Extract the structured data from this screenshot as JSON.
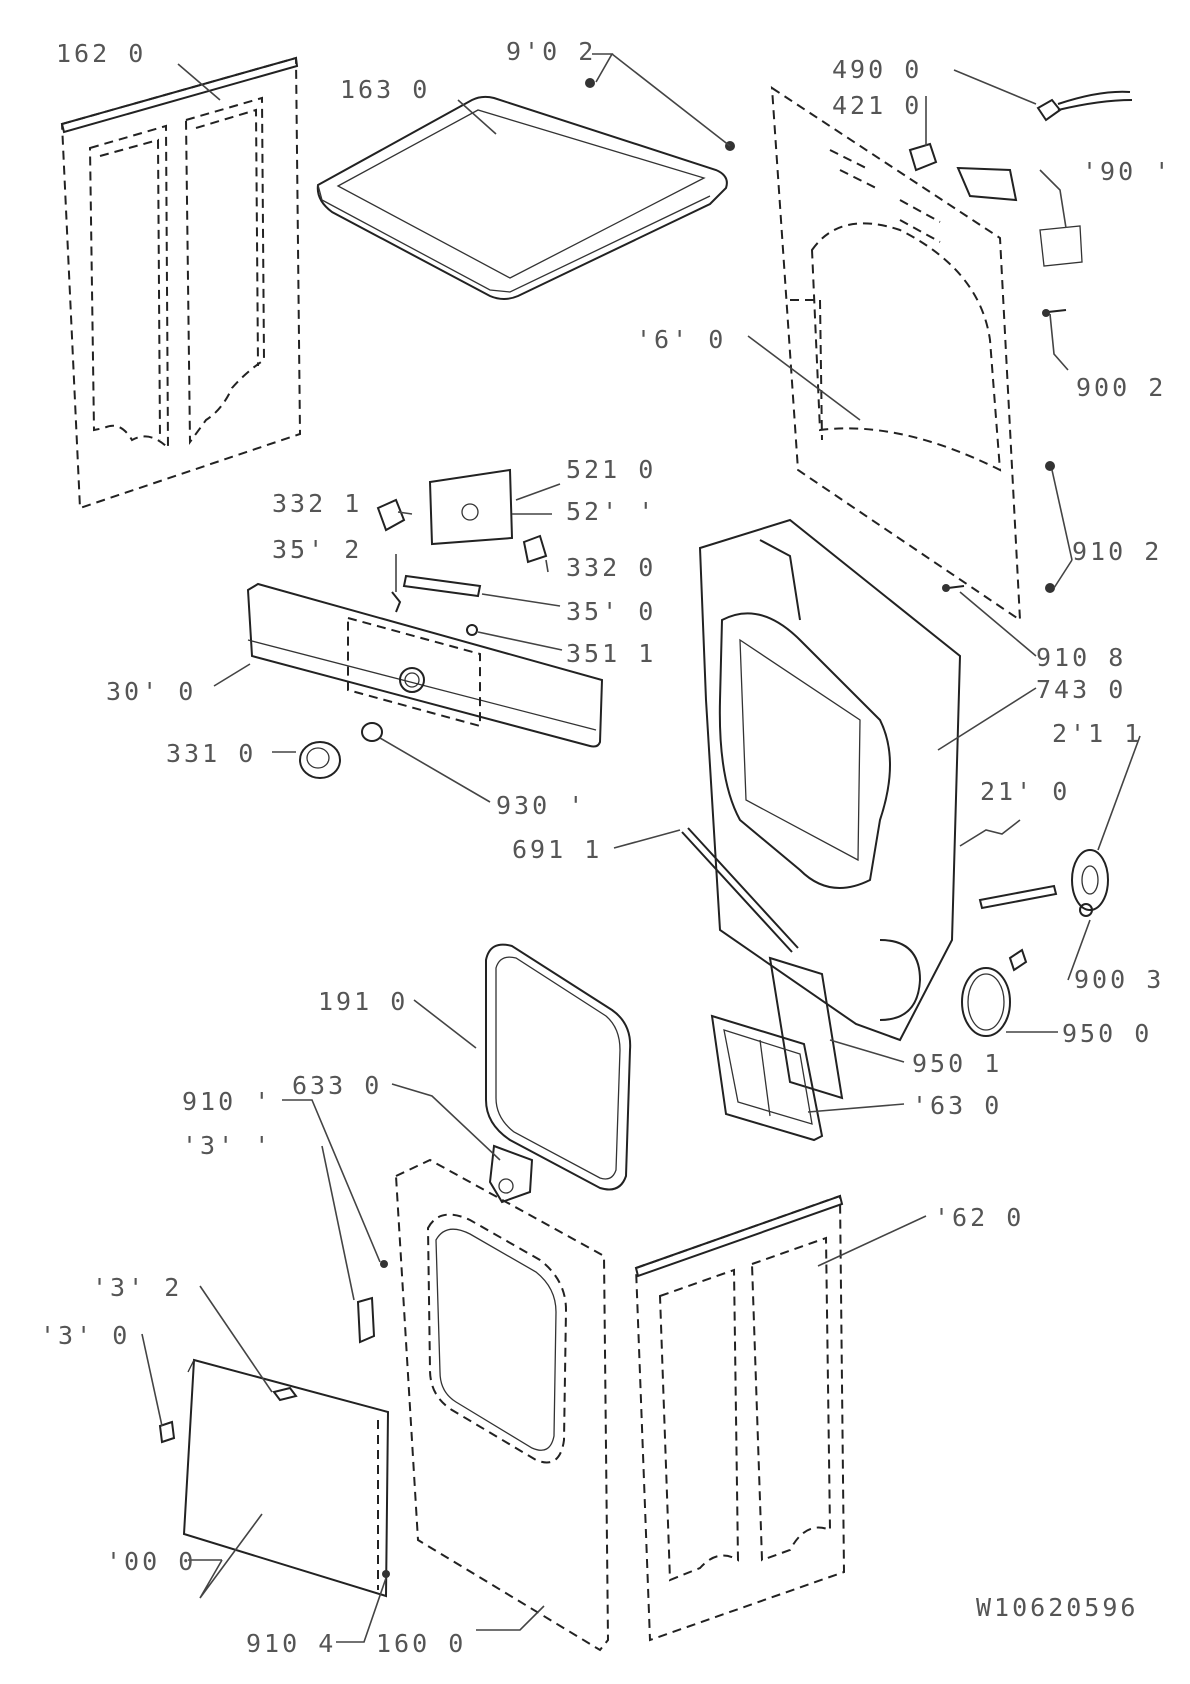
{
  "drawing_number": "W10620596",
  "callouts": {
    "c1": "162 0",
    "c2": "163 0",
    "c3": "9'0 2",
    "c4": "490 0",
    "c5": "421 0",
    "c6": "'90 '",
    "c7": "'6' 0",
    "c8": "900 2",
    "c9": "521 0",
    "c10": "52' '",
    "c11": "332 1",
    "c12": "35' 2",
    "c13": "332 0",
    "c14": "35' 0",
    "c15": "351 1",
    "c16": "30' 0",
    "c17": "910 2",
    "c18": "910 8",
    "c19": "743 0",
    "c20": "2'1 1",
    "c21": "331 0",
    "c22": "930 '",
    "c23": "21' 0",
    "c24": "691 1",
    "c25": "900 3",
    "c26": "950 0",
    "c27": "191 0",
    "c28": "950 1",
    "c29": "'63 0",
    "c30": "633 0",
    "c31": "910 '",
    "c32": "'3' '",
    "c33": "'62 0",
    "c34": "'3' 2",
    "c35": "'3' 0",
    "c36": "'00 0",
    "c37": "910 4",
    "c38": "160 0"
  }
}
